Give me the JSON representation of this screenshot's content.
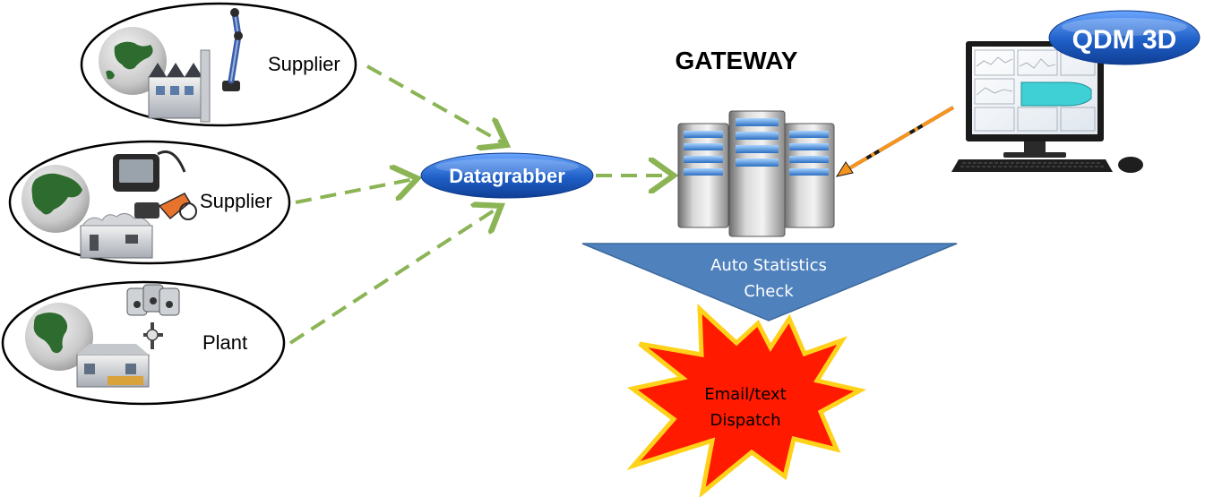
{
  "sources": [
    {
      "label": "Supplier",
      "globe_icon": "globe-europe-icon",
      "device_icon": "cmm-arm-icon",
      "building_icon": "factory-icon"
    },
    {
      "label": "Supplier",
      "globe_icon": "globe-asia-icon",
      "device_icon": "handheld-gauge-icon",
      "building_icon": "factory-icon"
    },
    {
      "label": "Plant",
      "globe_icon": "globe-america-icon",
      "device_icon": "probe-heads-icon",
      "building_icon": "factory-icon"
    }
  ],
  "collector": {
    "label": "Datagrabber"
  },
  "gateway": {
    "title": "GATEWAY",
    "icon": "server-rack-icon"
  },
  "product": {
    "badge": "QDM 3D",
    "icon": "desktop-computer-icon"
  },
  "process": {
    "line1": "Auto Statistics",
    "line2": "Check"
  },
  "alert": {
    "line1": "Email/text",
    "line2": "Dispatch"
  },
  "colors": {
    "flow_arrow": "#8bb455",
    "pill_blue": "#1f5fc7",
    "triangle_blue": "#4f81bd",
    "star_red": "#ff1a00",
    "star_border": "#ffd21a",
    "link_arrow": "#f7941d",
    "globe_land": "#2e6b2e"
  }
}
